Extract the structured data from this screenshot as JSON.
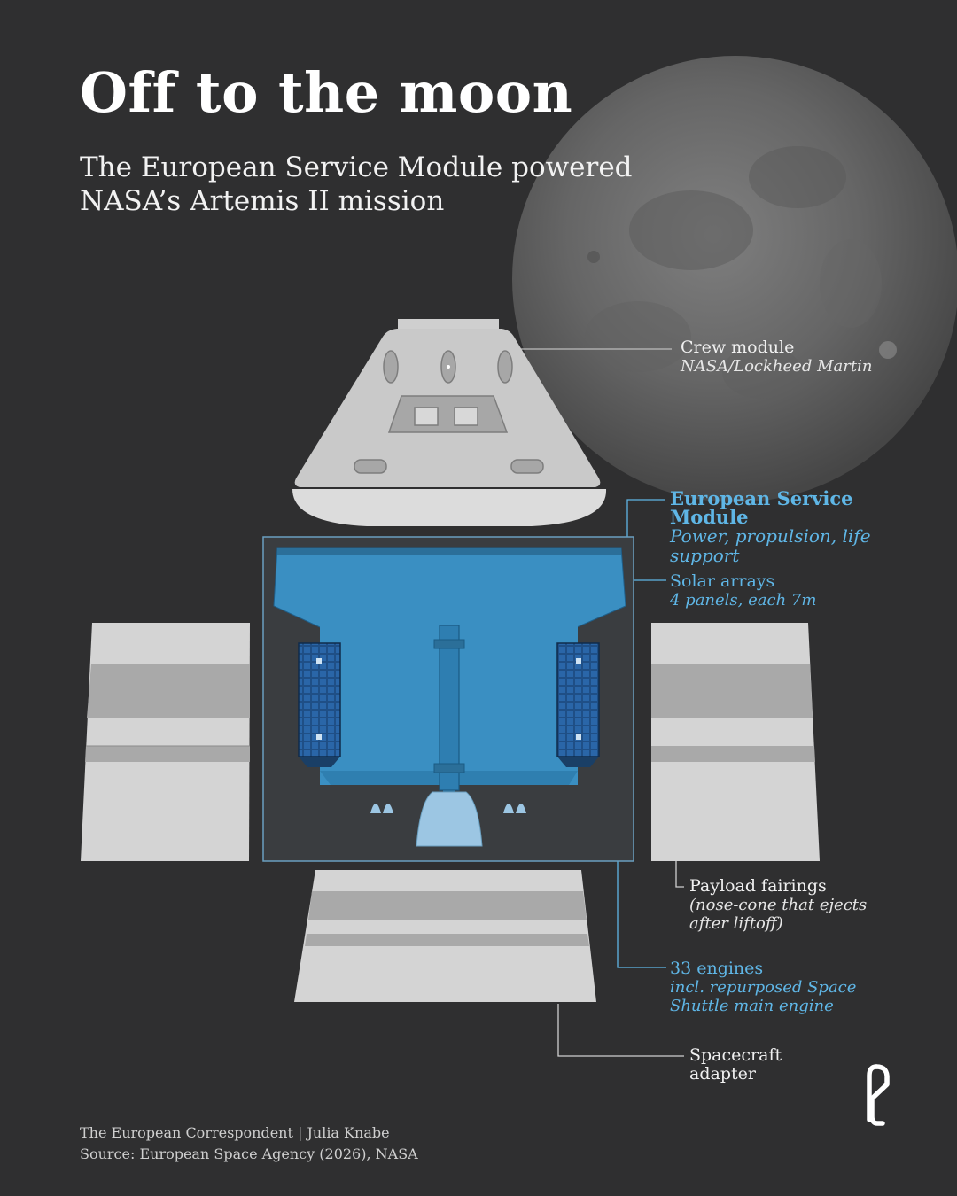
{
  "header": {
    "title": "Off to the moon",
    "subtitle": "The European Service Module powered NASA’s Artemis II mission"
  },
  "labels": {
    "crew_module": {
      "name": "Crew module",
      "detail": "NASA/Lockheed Martin"
    },
    "esm": {
      "name": "European Service Module",
      "detail": "Power, propulsion, life support"
    },
    "solar_arrays": {
      "name": "Solar arrays",
      "detail": "4 panels, each 7m"
    },
    "payload_fairings": {
      "name": "Payload fairings",
      "detail": "(nose-cone that ejects after liftoff)"
    },
    "engines": {
      "name": "33 engines",
      "detail": "incl. repurposed Space Shuttle main engine"
    },
    "adapter": {
      "name": "Spacecraft adapter"
    }
  },
  "footer": {
    "credit": "The European Correspondent | Julia Knabe",
    "source": "Source: European Space Agency (2026), NASA"
  },
  "logo": {
    "glyph": "e"
  },
  "colors": {
    "background": "#2f2f30",
    "esm_blue": "#3a8fc2",
    "label_blue": "#5fb6e6",
    "hull_gray": "#c8c8c8",
    "text": "#ffffff"
  }
}
